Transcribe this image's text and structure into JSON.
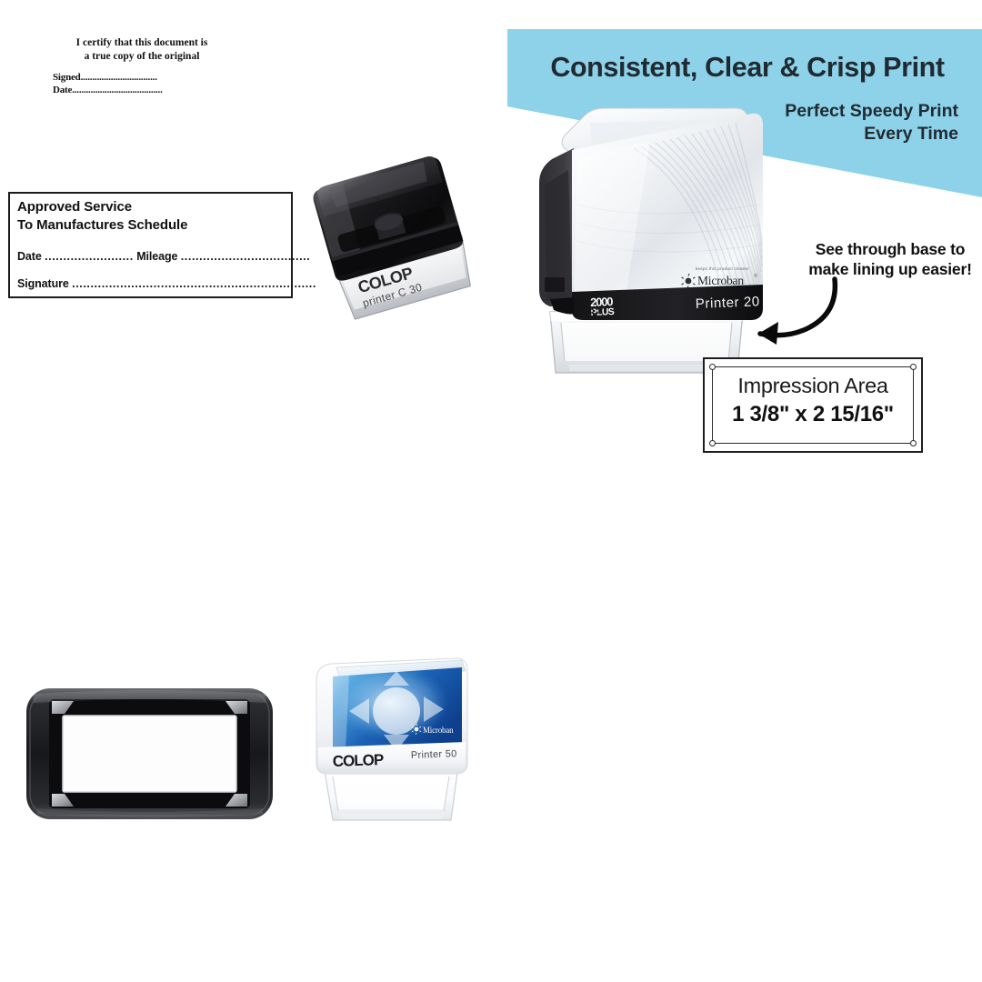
{
  "page": {
    "background_color": "#ffffff",
    "banner_color": "#8ed2ea",
    "text_color": "#202b31"
  },
  "banner": {
    "headline": "Consistent, Clear & Crisp Print",
    "subline_1": "Perfect Speedy Print",
    "subline_2": "Every Time"
  },
  "approved_imprint": {
    "title_line_1": "Approved Service",
    "title_line_2": "To Manufactures Schedule",
    "date_label": "Date",
    "date_dots": "........................",
    "mileage_label": "Mileage",
    "mileage_dots": "...................................",
    "signature_label": "Signature",
    "signature_dots": ".................................................................."
  },
  "stamp_c30": {
    "brand": "COLOP",
    "model": "printer C 30"
  },
  "stamp_p20": {
    "brand": "2000 PLUS",
    "model": "Printer 20",
    "microban_tagline": "keeps this product cleaner",
    "microban": "Microban"
  },
  "callout": {
    "line_1": "See through base to",
    "line_2": "make lining up easier!"
  },
  "impression_area": {
    "label": "Impression Area",
    "size": "1 3/8\" x 2 15/16\""
  },
  "certify_imprint": {
    "line_1": "I certify that this document is",
    "line_2": "a true copy of the original",
    "signed_label": "Signed",
    "signed_dots": ".................................",
    "date_label": "Date",
    "date_dots": "......................................."
  },
  "stamp_p50": {
    "brand": "COLOP",
    "model": "Printer 50",
    "microban": "Microban"
  }
}
